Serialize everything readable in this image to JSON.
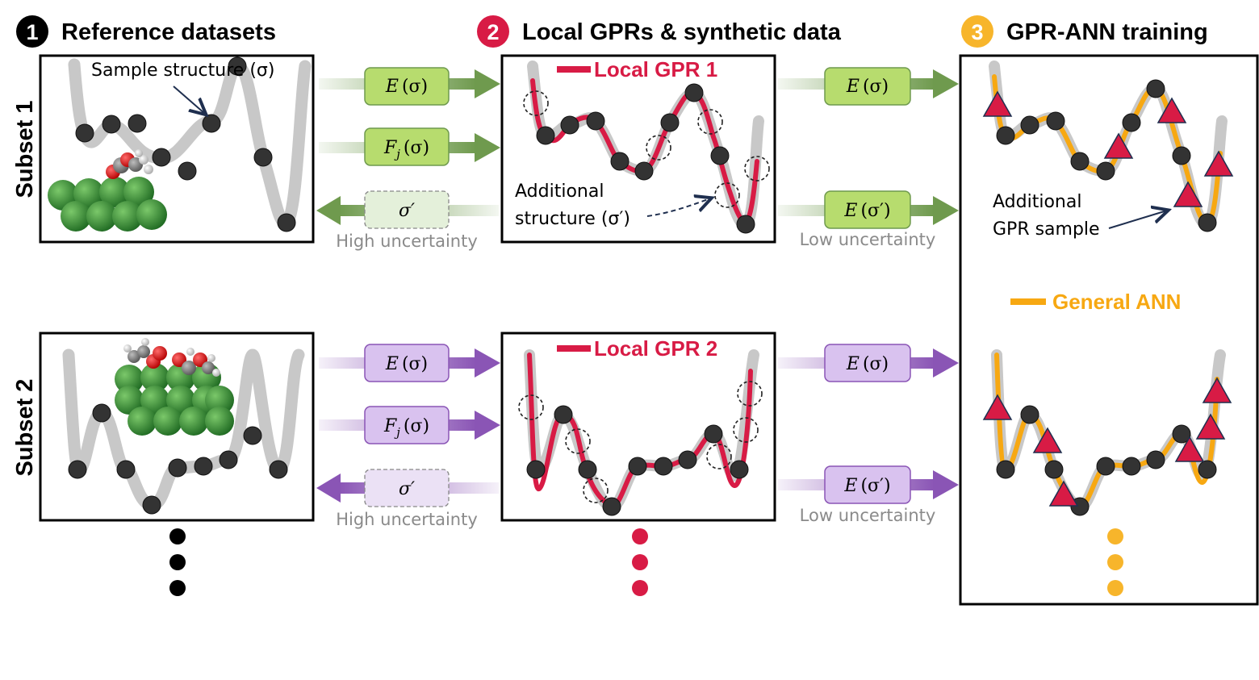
{
  "sections": [
    {
      "number": "1",
      "title": "Reference datasets",
      "color": "#000000"
    },
    {
      "number": "2",
      "title": "Local GPRs & synthetic data",
      "color": "#d81b45"
    },
    {
      "number": "3",
      "title": "GPR-ANN training",
      "color": "#f7b52b"
    }
  ],
  "subsets": [
    "Subset 1",
    "Subset 2"
  ],
  "labels": {
    "sample_structure": "Sample structure (σ)",
    "additional_structure_line1": "Additional",
    "additional_structure_line2": "structure (σ′)",
    "additional_gpr_line1": "Additional",
    "additional_gpr_line2": "GPR sample",
    "local_gpr_1": "Local GPR 1",
    "local_gpr_2": "Local GPR 2",
    "general_ann": "General ANN",
    "high_uncertainty": "High uncertainty",
    "low_uncertainty": "Low uncertainty"
  },
  "math": {
    "E": "E",
    "F": "F",
    "j": "j",
    "sigma": "(σ)",
    "sigma_prime_paren": "(σ′)",
    "sigma_prime": "σ′"
  },
  "colors": {
    "gpr_red": "#d81b45",
    "ann_orange": "#f7a812",
    "green_box": "#b7dc6e",
    "green_arrow": "#6f9a4e",
    "purple_box": "#d9c2ef",
    "purple_arrow": "#8a55b5",
    "landscape_gray": "#c8c8c8",
    "atom_dark": "#333333"
  }
}
